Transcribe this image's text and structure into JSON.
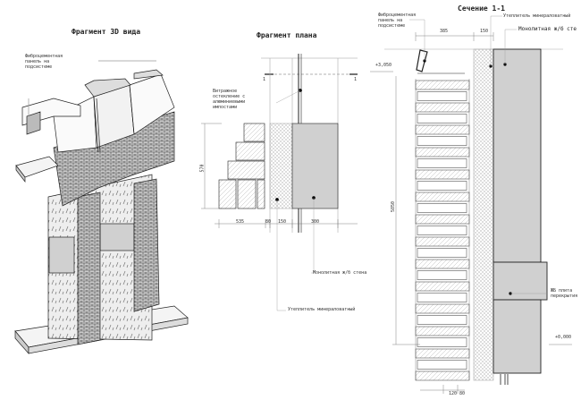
{
  "view3d": {
    "title": "Фрагмент 3D вида",
    "label_panel": "Фиброцементная панель на подсистеме"
  },
  "plan": {
    "title": "Фрагмент плана",
    "section_mark": "1",
    "label_glazing": "Витражное остеклениe с алюминиевыми импостами",
    "label_wall": "Монолитная ж/б стена",
    "label_insulation": "Утеплитель минераловатный",
    "dims": {
      "height": "570",
      "brick": "535",
      "gap": "80",
      "insulation": "150",
      "wall": "300"
    }
  },
  "section": {
    "title": "Сечение 1-1",
    "label_panel": "Фиброцементная панель на подсистеме",
    "label_insulation": "Утеплитель минераловатный",
    "label_wall": "Монолитная ж/б сте",
    "label_slab": "ЖБ плита перекрытия",
    "level_top": "+3,050",
    "level_bottom": "+0,000",
    "dims": {
      "top_a": "385",
      "top_b": "150",
      "height": "5850",
      "bottom_a": "120",
      "bottom_b": "80"
    }
  },
  "colors": {
    "line": "#222222",
    "hatch": "#9a9a9a",
    "brick": "#555555"
  }
}
